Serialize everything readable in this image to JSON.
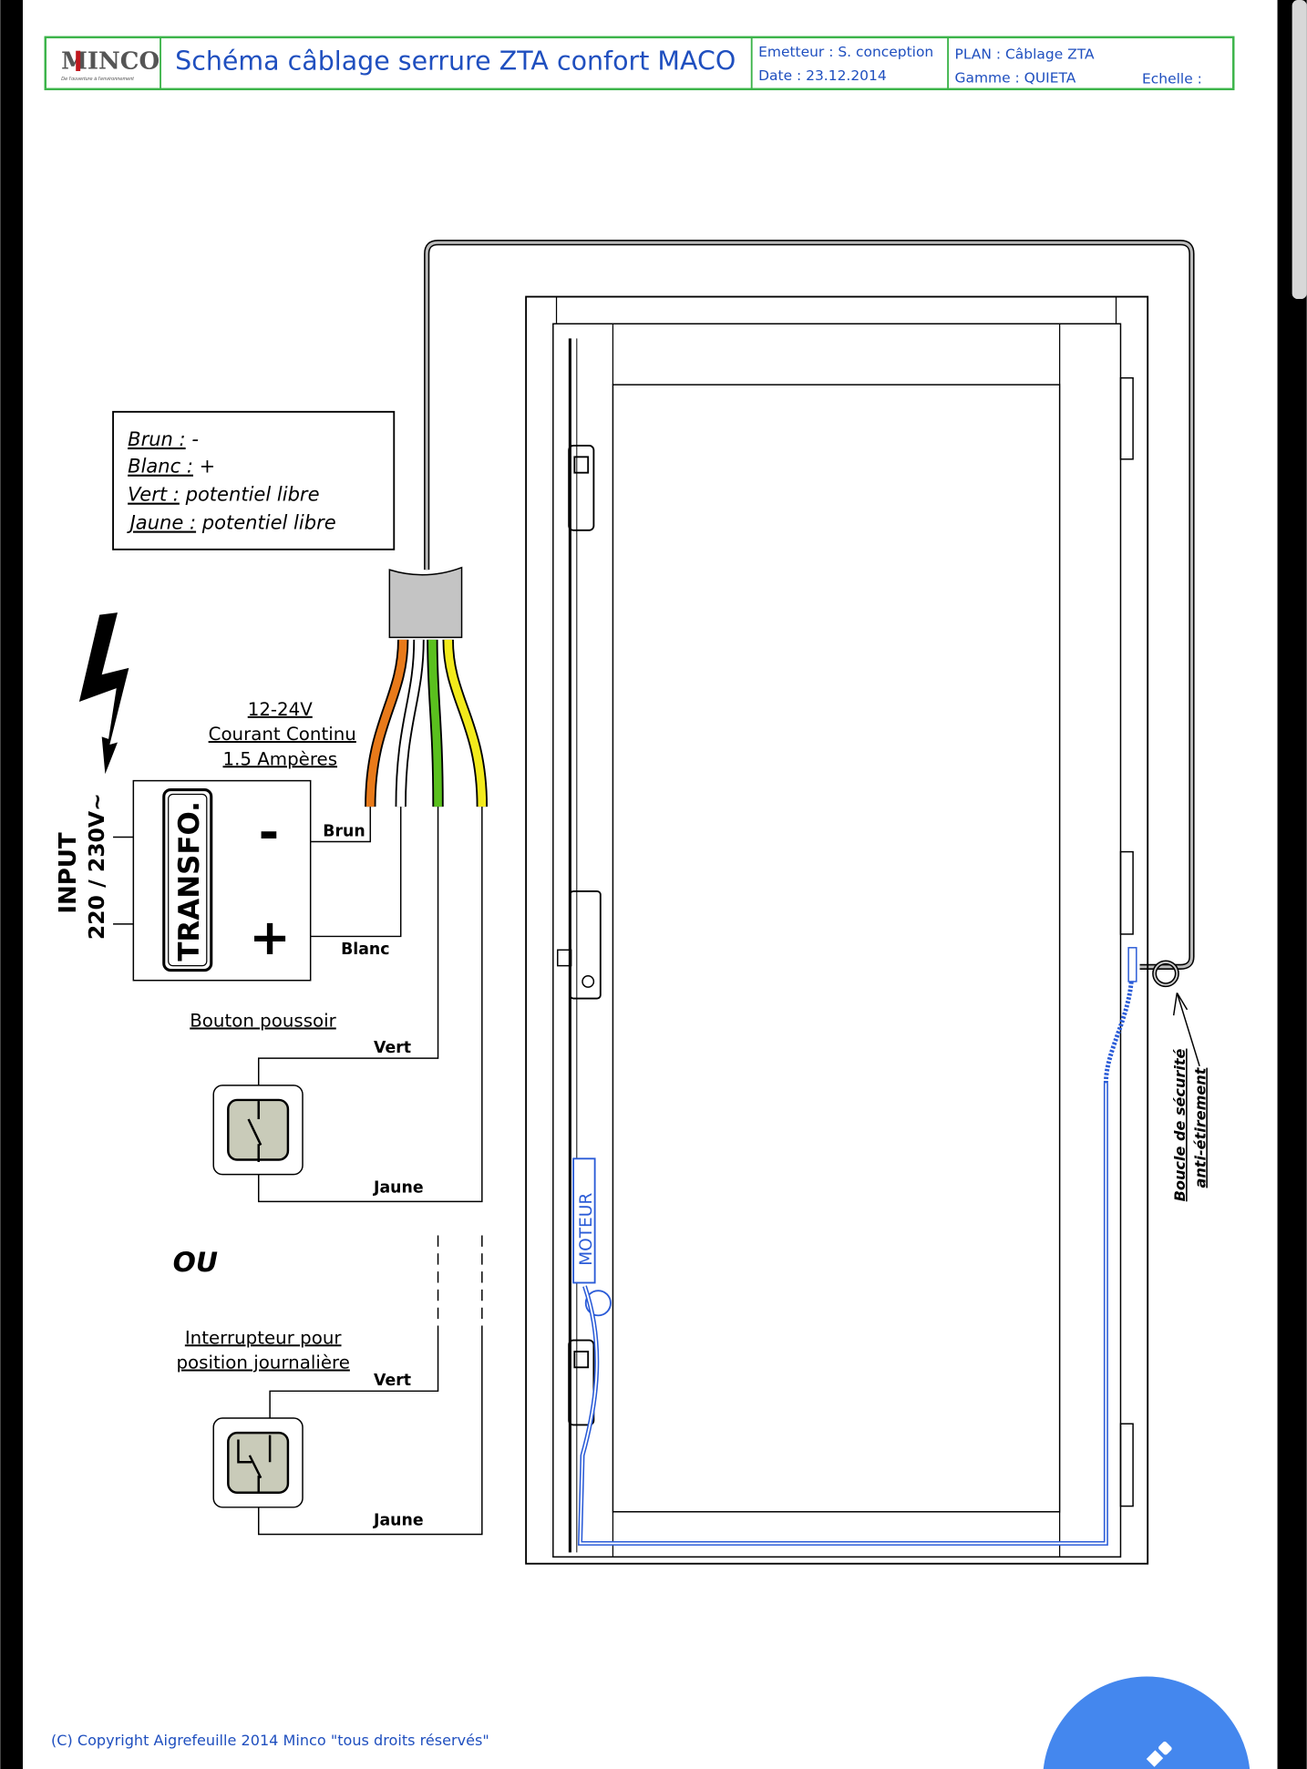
{
  "header": {
    "logo": "MINCO",
    "logo_tagline": "De l'ouverture à l'environnement",
    "title": "Schéma câblage serrure ZTA confort MACO",
    "emetteur": "Emetteur : S. conception",
    "date": "Date : 23.12.2014",
    "plan": "PLAN  : Câblage ZTA",
    "gamme": "Gamme : QUIETA",
    "echelle": "Echelle :"
  },
  "legend": {
    "items": [
      {
        "key": "Brun :",
        "value": " -"
      },
      {
        "key": "Blanc :",
        "value": " +"
      },
      {
        "key": "Vert :",
        "value": " potentiel libre"
      },
      {
        "key": "Jaune :",
        "value": "  potentiel libre"
      }
    ]
  },
  "power": {
    "voltage": "12-24V",
    "current_type": "Courant Continu",
    "amperage": "1.5 Ampères",
    "input_label": "INPUT",
    "input_voltage": "220 / 230V~",
    "transfo": "TRANSFO.",
    "minus": "-",
    "plus": "+",
    "wire_brun": "Brun",
    "wire_blanc": "Blanc"
  },
  "push_button": {
    "title": "Bouton poussoir",
    "vert": "Vert",
    "jaune": "Jaune"
  },
  "or_label": "OU",
  "switch": {
    "title_line1": "Interrupteur pour",
    "title_line2": "position journalière",
    "vert": "Vert",
    "jaune": "Jaune"
  },
  "door": {
    "motor_label": "MOTEUR",
    "loop_line1": "Boucle de sécurité",
    "loop_line2": "anti-étirement"
  },
  "footer": {
    "copyright": "(C) Copyright Aigrefeuille 2014 Minco \"tous droits réservés\""
  },
  "colors": {
    "header_green": "#3cb44a",
    "title_blue": "#1f4fbf",
    "wire_orange": "#e87a1a",
    "wire_green": "#5ac01e",
    "wire_yellow": "#f2ea1c",
    "motor_blue": "#2a5bd7",
    "fab_blue": "#4487ee"
  }
}
